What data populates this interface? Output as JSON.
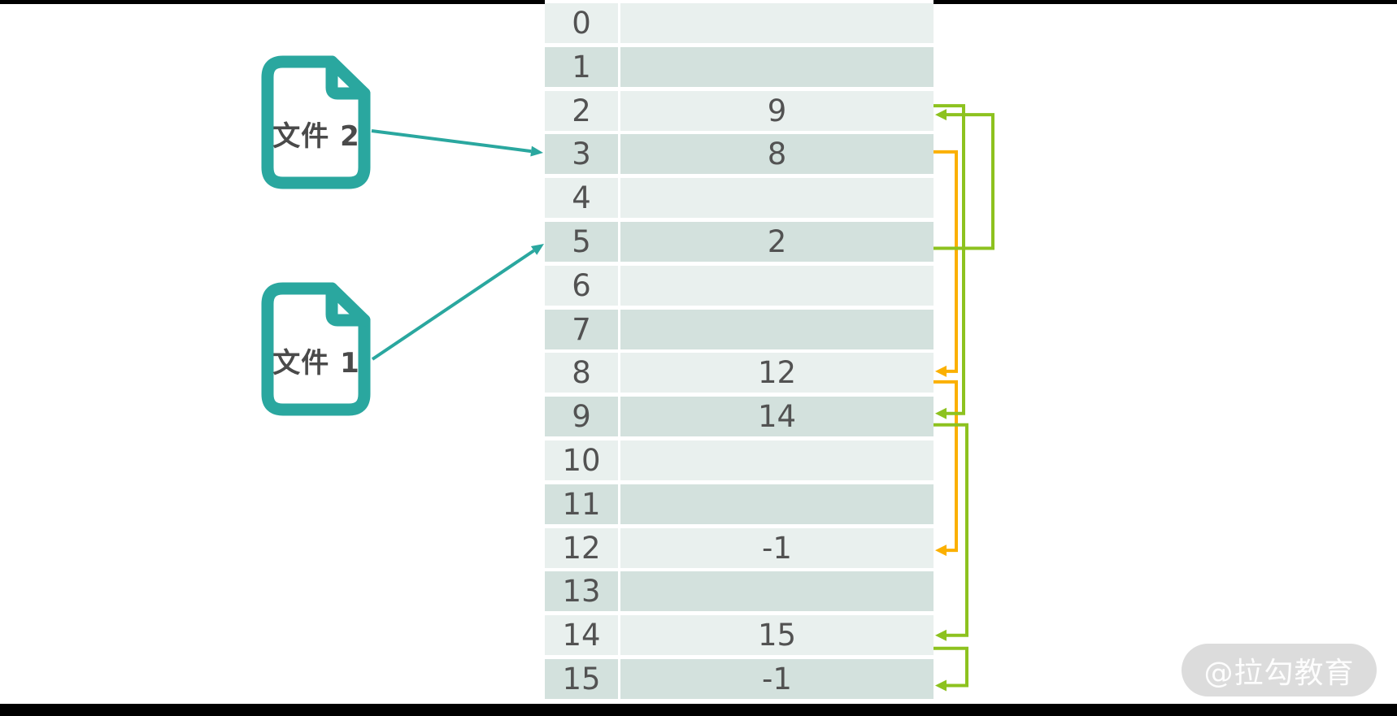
{
  "files": [
    {
      "label": "文件 2",
      "points_to_row": 3
    },
    {
      "label": "文件 1",
      "points_to_row": 5
    }
  ],
  "table": {
    "rows": [
      {
        "index": "0",
        "value": ""
      },
      {
        "index": "1",
        "value": ""
      },
      {
        "index": "2",
        "value": "9"
      },
      {
        "index": "3",
        "value": "8"
      },
      {
        "index": "4",
        "value": ""
      },
      {
        "index": "5",
        "value": "2"
      },
      {
        "index": "6",
        "value": ""
      },
      {
        "index": "7",
        "value": ""
      },
      {
        "index": "8",
        "value": "12"
      },
      {
        "index": "9",
        "value": "14"
      },
      {
        "index": "10",
        "value": ""
      },
      {
        "index": "11",
        "value": ""
      },
      {
        "index": "12",
        "value": "-1"
      },
      {
        "index": "13",
        "value": ""
      },
      {
        "index": "14",
        "value": "15"
      },
      {
        "index": "15",
        "value": "-1"
      }
    ]
  },
  "links": [
    {
      "from": 3,
      "to": 8,
      "color": "orange"
    },
    {
      "from": 8,
      "to": 12,
      "color": "orange"
    },
    {
      "from": 5,
      "to": 2,
      "color": "green"
    },
    {
      "from": 2,
      "to": 9,
      "color": "green"
    },
    {
      "from": 9,
      "to": 14,
      "color": "green"
    },
    {
      "from": 14,
      "to": 15,
      "color": "green"
    }
  ],
  "colors": {
    "teal": "#2aa79f",
    "green": "#8dc21f",
    "orange": "#fbb000",
    "row_light": "#e9f0ee",
    "row_dark": "#d3e1dd",
    "text": "#525252",
    "bar": "#000000",
    "watermark_bg": "#dcdcdc"
  },
  "watermark": {
    "text": "@拉勾教育"
  },
  "icons": [
    "document-icon",
    "document-icon"
  ]
}
